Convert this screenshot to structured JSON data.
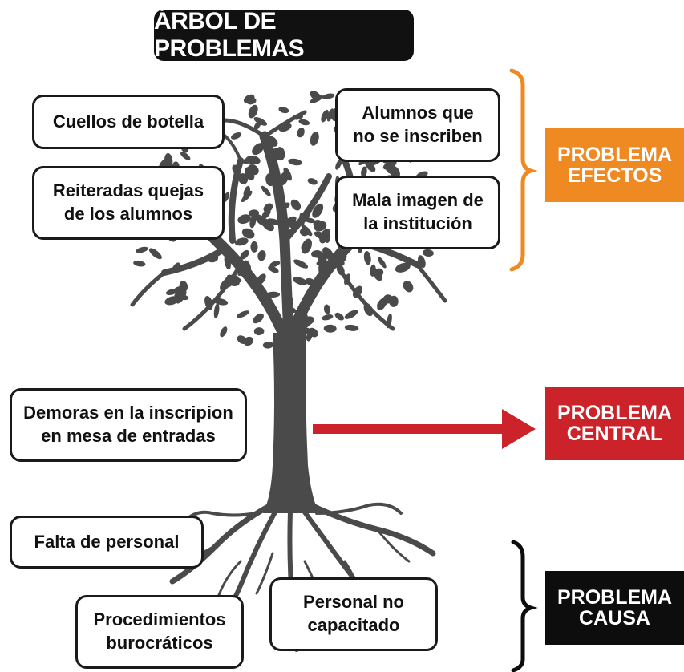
{
  "title": "ÁRBOL DE PROBLEMAS",
  "effects": [
    "Cuellos de botella",
    "Reiteradas quejas\nde los alumnos",
    "Alumnos que\nno se inscriben",
    "Mala imagen de\nla institución"
  ],
  "central": "Demoras en la inscripion\nen mesa de entradas",
  "causes": [
    "Falta de personal",
    "Procedimientos\nburocráticos",
    "Personal no\ncapacitado"
  ],
  "categories": {
    "efectos": "PROBLEMA\nEFECTOS",
    "central": "PROBLEMA\nCENTRAL",
    "causa": "PROBLEMA\nCAUSA"
  },
  "colors": {
    "efectos": "#ef8a22",
    "central": "#cc2229",
    "causa": "#0d0d0d",
    "tree": "#4a4a4a"
  }
}
